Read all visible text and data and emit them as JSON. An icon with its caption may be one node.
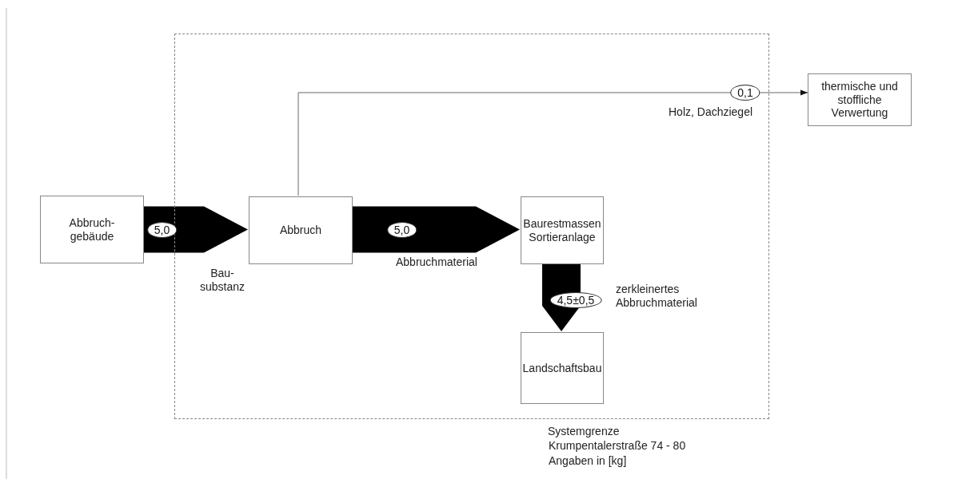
{
  "diagram": {
    "nodes": [
      {
        "text": [
          "Systemgrenze"
        ]
      },
      {
        "text": [
          "Abbruch-gebäude"
        ]
      },
      {
        "text": [
          "Abbruch"
        ],
        "in": 0
      },
      {
        "text": [
          "Baurestmassen Sortieranlage"
        ],
        "in": 0
      },
      {
        "text": [
          "Landschaftsbau"
        ],
        "in": 0
      },
      {
        "text": [
          "thermische und stoffliche Verwertung"
        ]
      }
    ],
    "edges": [
      {
        "from": 1,
        "to": 2,
        "arrow": "to",
        "label": "5,0",
        "style": "thick"
      },
      {
        "from": 2,
        "to": 3,
        "arrow": "to",
        "label": "5,0",
        "style": "thick"
      },
      {
        "from": 3,
        "to": 4,
        "arrow": "to",
        "label": "4,5±0,5",
        "style": "thick"
      },
      {
        "from": 2,
        "to": 5,
        "arrow": "to",
        "label": "0,1"
      }
    ],
    "labels": [
      "Holz, Dachziegel",
      "Bau-substanz",
      "Abbruchmaterial",
      "zerkleinertes Abbruchmaterial",
      "Krumpentalerstraße 74 - 80",
      "Angaben in [kg]"
    ]
  }
}
